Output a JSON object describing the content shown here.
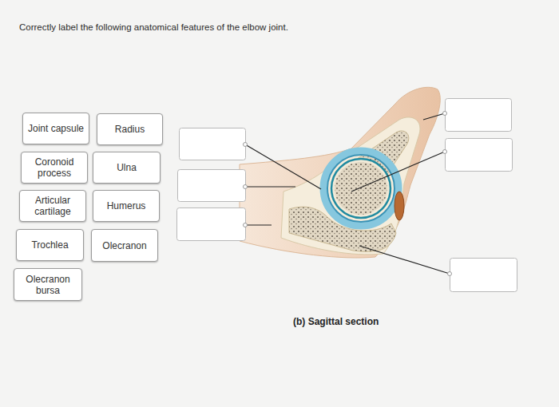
{
  "diagram": {
    "title": "Correctly label the following anatomical features of the elbow joint.",
    "caption": "(b) Sagittal section",
    "nodes": [
      {
        "text": [
          "Joint capsule"
        ]
      },
      {
        "text": [
          "Radius"
        ]
      },
      {
        "text": [
          "Coronoid process"
        ]
      },
      {
        "text": [
          "Ulna"
        ]
      },
      {
        "text": [
          "Articular cartilage"
        ]
      },
      {
        "text": [
          "Humerus"
        ]
      },
      {
        "text": [
          "Trochlea"
        ]
      },
      {
        "text": [
          "Olecranon"
        ]
      },
      {
        "text": [
          "Olecranon bursa"
        ]
      }
    ]
  }
}
